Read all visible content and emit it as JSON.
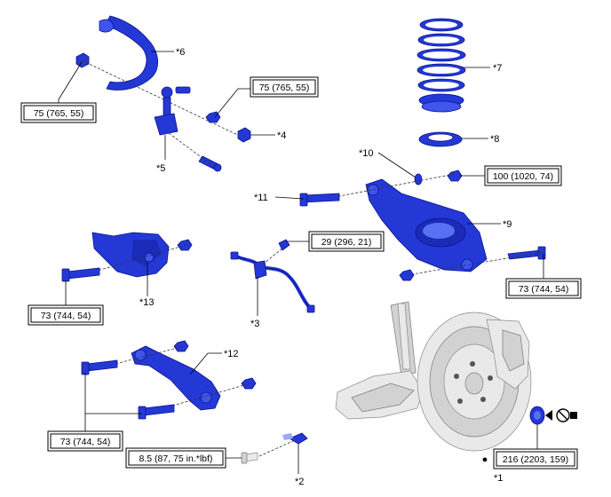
{
  "callouts": {
    "c1": "*1",
    "c2": "*2",
    "c3": "*3",
    "c4": "*4",
    "c5": "*5",
    "c6": "*6",
    "c7": "*7",
    "c8": "*8",
    "c9": "*9",
    "c10": "*10",
    "c11": "*11",
    "c12": "*12",
    "c13": "*13"
  },
  "torques": {
    "t_stab_left": "75 (765, 55)",
    "t_stab_right": "75 (765, 55)",
    "t_arm_nut": "100 (1020, 74)",
    "t_hose_bolt": "29 (296, 21)",
    "t_arm_bolt": "73 (744, 54)",
    "t_lower_left": "73 (744, 54)",
    "t_lateral": "73 (744, 54)",
    "t_sensor": "8.5 (87, 75 in.*lbf)",
    "t_hub_nut": "216 (2203, 159)"
  },
  "markers": {
    "bullet": "●"
  }
}
